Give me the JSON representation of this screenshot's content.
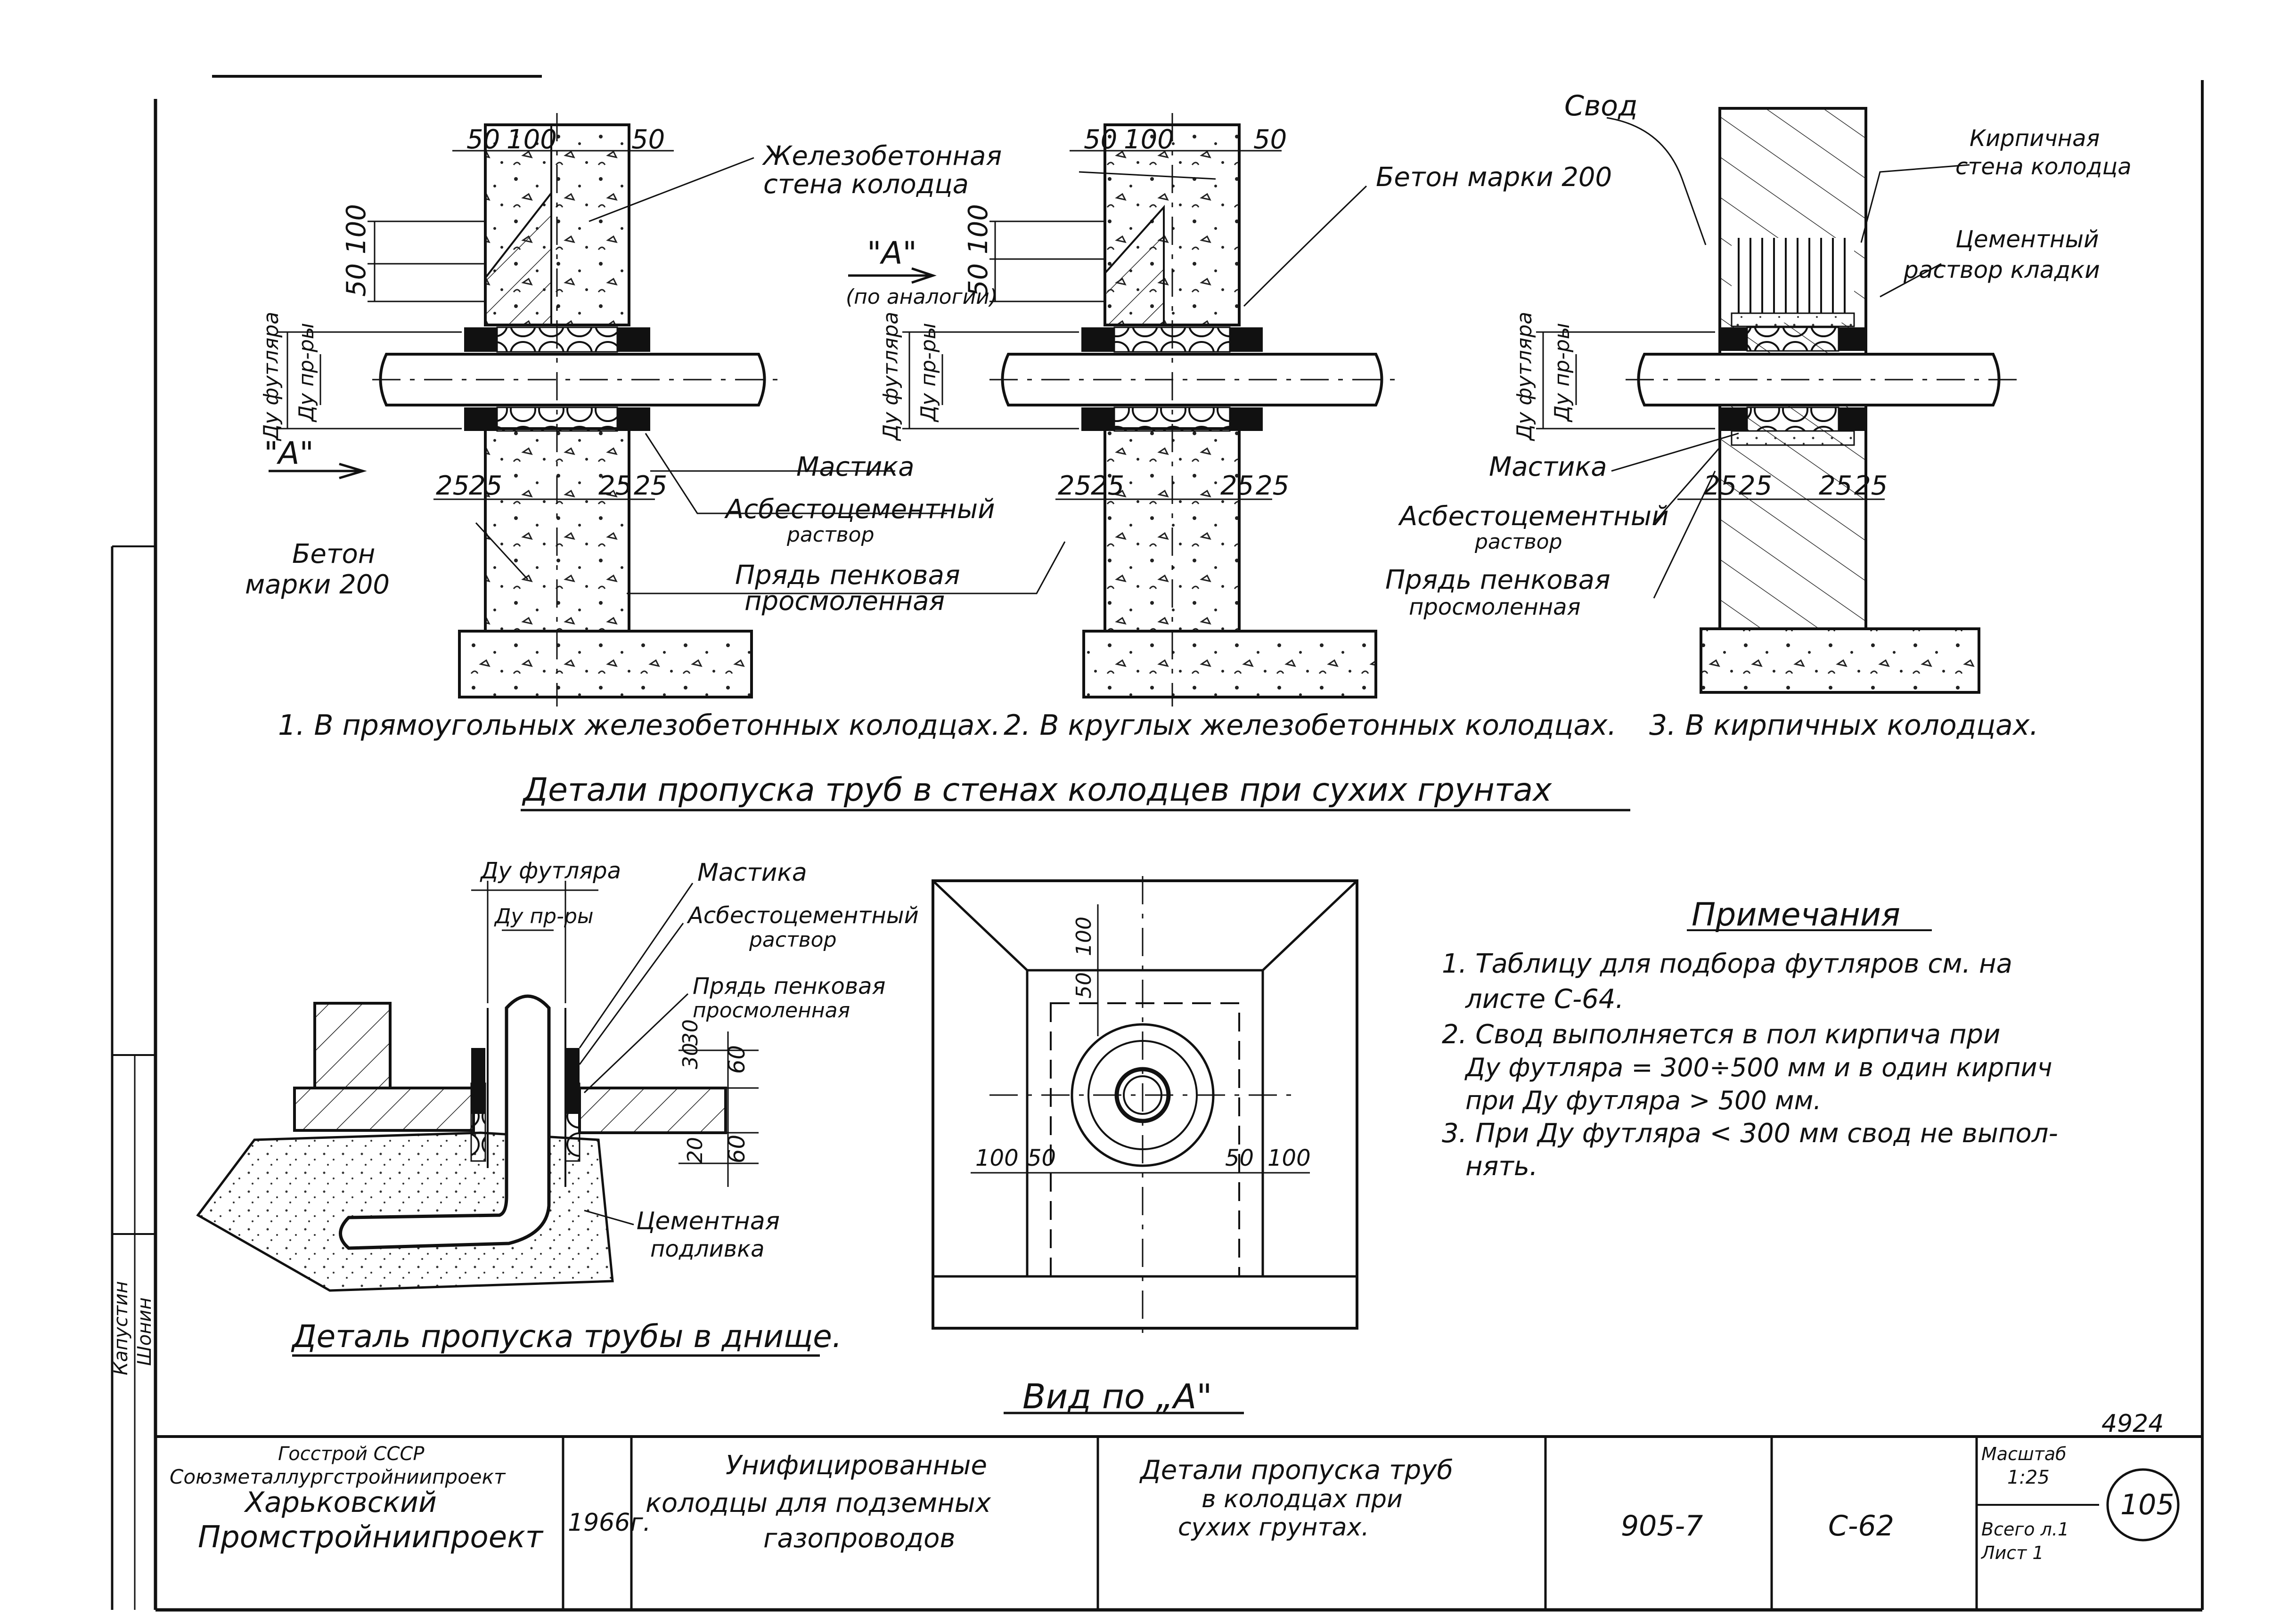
{
  "details": [
    {
      "id": "rect",
      "caption": "1. В прямоугольных железобетонных колодцах.",
      "section_mark": "\"А\"",
      "dims": [
        "50",
        "100",
        "50",
        "50",
        "100",
        "25",
        "25",
        "25",
        "25"
      ],
      "pipe_labels": [
        "Ду футляра",
        "Ду пр-ры"
      ],
      "callouts": [
        "Железобетонная",
        "стена колодца",
        "Мастика",
        "Асбестоцементный",
        "раствор",
        "Прядь пенковая",
        "просмоленная",
        "Бетон",
        "марки 200"
      ]
    },
    {
      "id": "round",
      "caption": "2. В круглых железобетонных колодцах.",
      "view_mark": "\"А\"",
      "view_note": "(по аналогии)",
      "dims": [
        "50",
        "100",
        "50",
        "50",
        "100",
        "25",
        "25",
        "25",
        "25"
      ],
      "pipe_labels": [
        "Ду футляра",
        "Ду пр-ры"
      ],
      "callouts": [
        "Бетон марки 200"
      ]
    },
    {
      "id": "brick",
      "caption": "3. В кирпичных колодцах.",
      "dims": [
        "25",
        "25",
        "25",
        "25"
      ],
      "pipe_labels": [
        "Ду футляра",
        "Ду пр-ры"
      ],
      "callouts": [
        "Свод",
        "Кирпичная",
        "стена колодца",
        "Цементный",
        "раствор кладки",
        "Мастика",
        "Асбестоцементный",
        "раствор",
        "Прядь пенковая",
        "просмоленная"
      ]
    }
  ],
  "main_title": "Детали пропуска труб в стенах колодцев при сухих грунтах",
  "bottom_detail": {
    "title": "Деталь пропуска трубы в днище.",
    "labels": [
      "Ду футляра",
      "Ду пр-ры",
      "Мастика",
      "Асбестоцементный",
      "раствор",
      "Прядь пенковая",
      "просмоленная",
      "Цементная",
      "подливка"
    ],
    "dims": [
      "30",
      "30",
      "60",
      "20",
      "60"
    ]
  },
  "view_a": {
    "title": "Вид по „А\"",
    "dims": [
      "100",
      "50",
      "100",
      "50",
      "50",
      "100"
    ]
  },
  "notes": {
    "title": "Примечания",
    "items": [
      "1. Таблицу для подбора футляров см. на",
      "листе С-64.",
      "2. Свод выполняется в пол кирпича при",
      "Ду футляра = 300÷500 мм и в один кирпич",
      "при Ду футляра > 500 мм.",
      "3. При Ду футляра < 300 мм свод не выпол-",
      "нять."
    ]
  },
  "sheet_number": "4924",
  "title_block": {
    "org": [
      "Госстрой СССР",
      "Союзметаллургстройниипроект",
      "Харьковский",
      "Промстройниипроект"
    ],
    "year": "1966г.",
    "project": [
      "Унифицированные",
      "колодцы для подземных",
      "газопроводов"
    ],
    "sheet_title": [
      "Детали пропуска труб",
      "в колодцах при",
      "сухих грунтах."
    ],
    "series": "905-7",
    "sheet_code": "С-62",
    "scale_label": "Масштаб",
    "scale": "1:25",
    "total": "Всего л.1",
    "sheet": "Лист 1",
    "page": "105"
  },
  "side_stamps": [
    "Капустин",
    "Шонин"
  ]
}
